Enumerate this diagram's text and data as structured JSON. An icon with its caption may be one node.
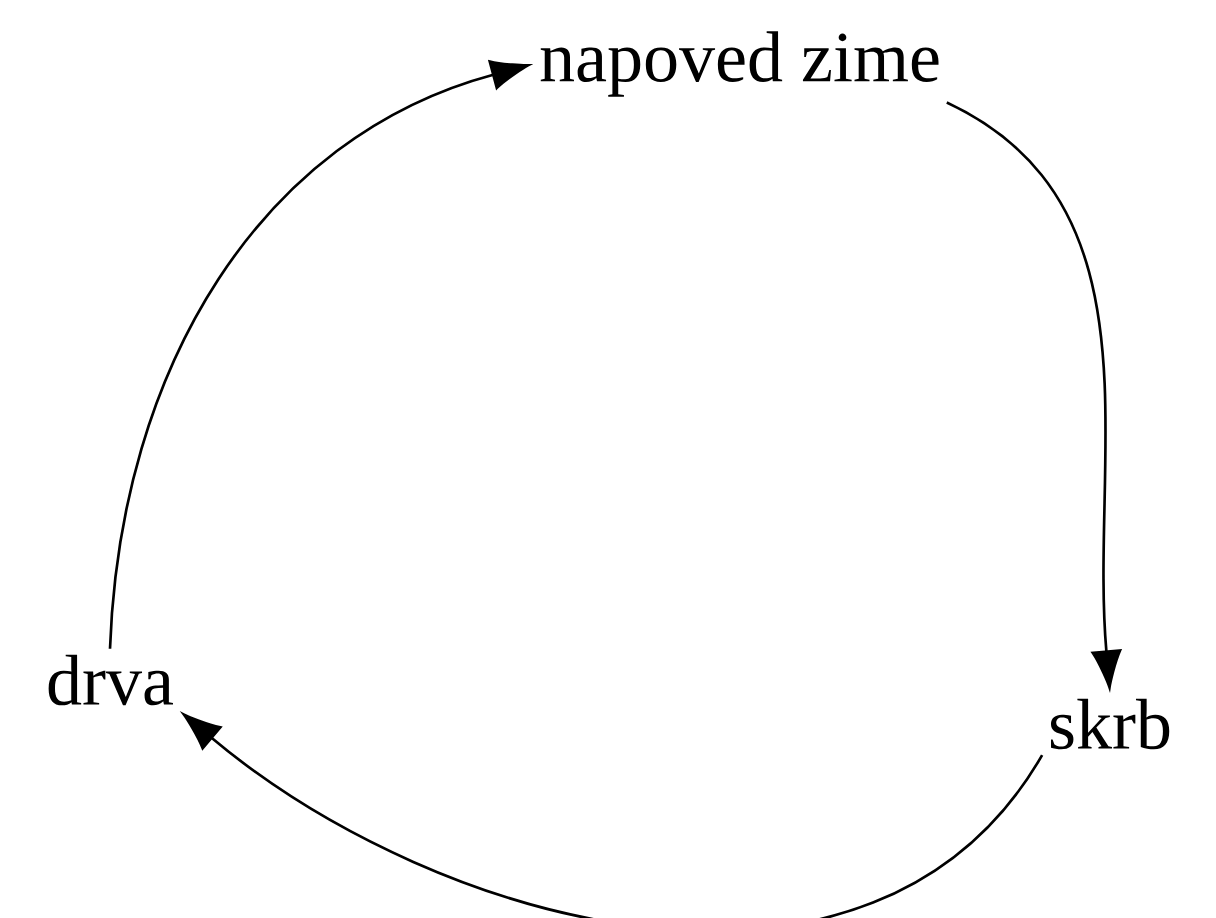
{
  "diagram": {
    "nodes": [
      {
        "text": [
          "napoved zime"
        ]
      },
      {
        "text": [
          "skrb"
        ]
      },
      {
        "text": [
          "drva"
        ]
      }
    ],
    "edges": [
      {
        "from": 0,
        "to": 1,
        "arrow": "to"
      },
      {
        "from": 1,
        "to": 2,
        "arrow": "to"
      },
      {
        "from": 2,
        "to": 0,
        "arrow": "to"
      }
    ]
  }
}
